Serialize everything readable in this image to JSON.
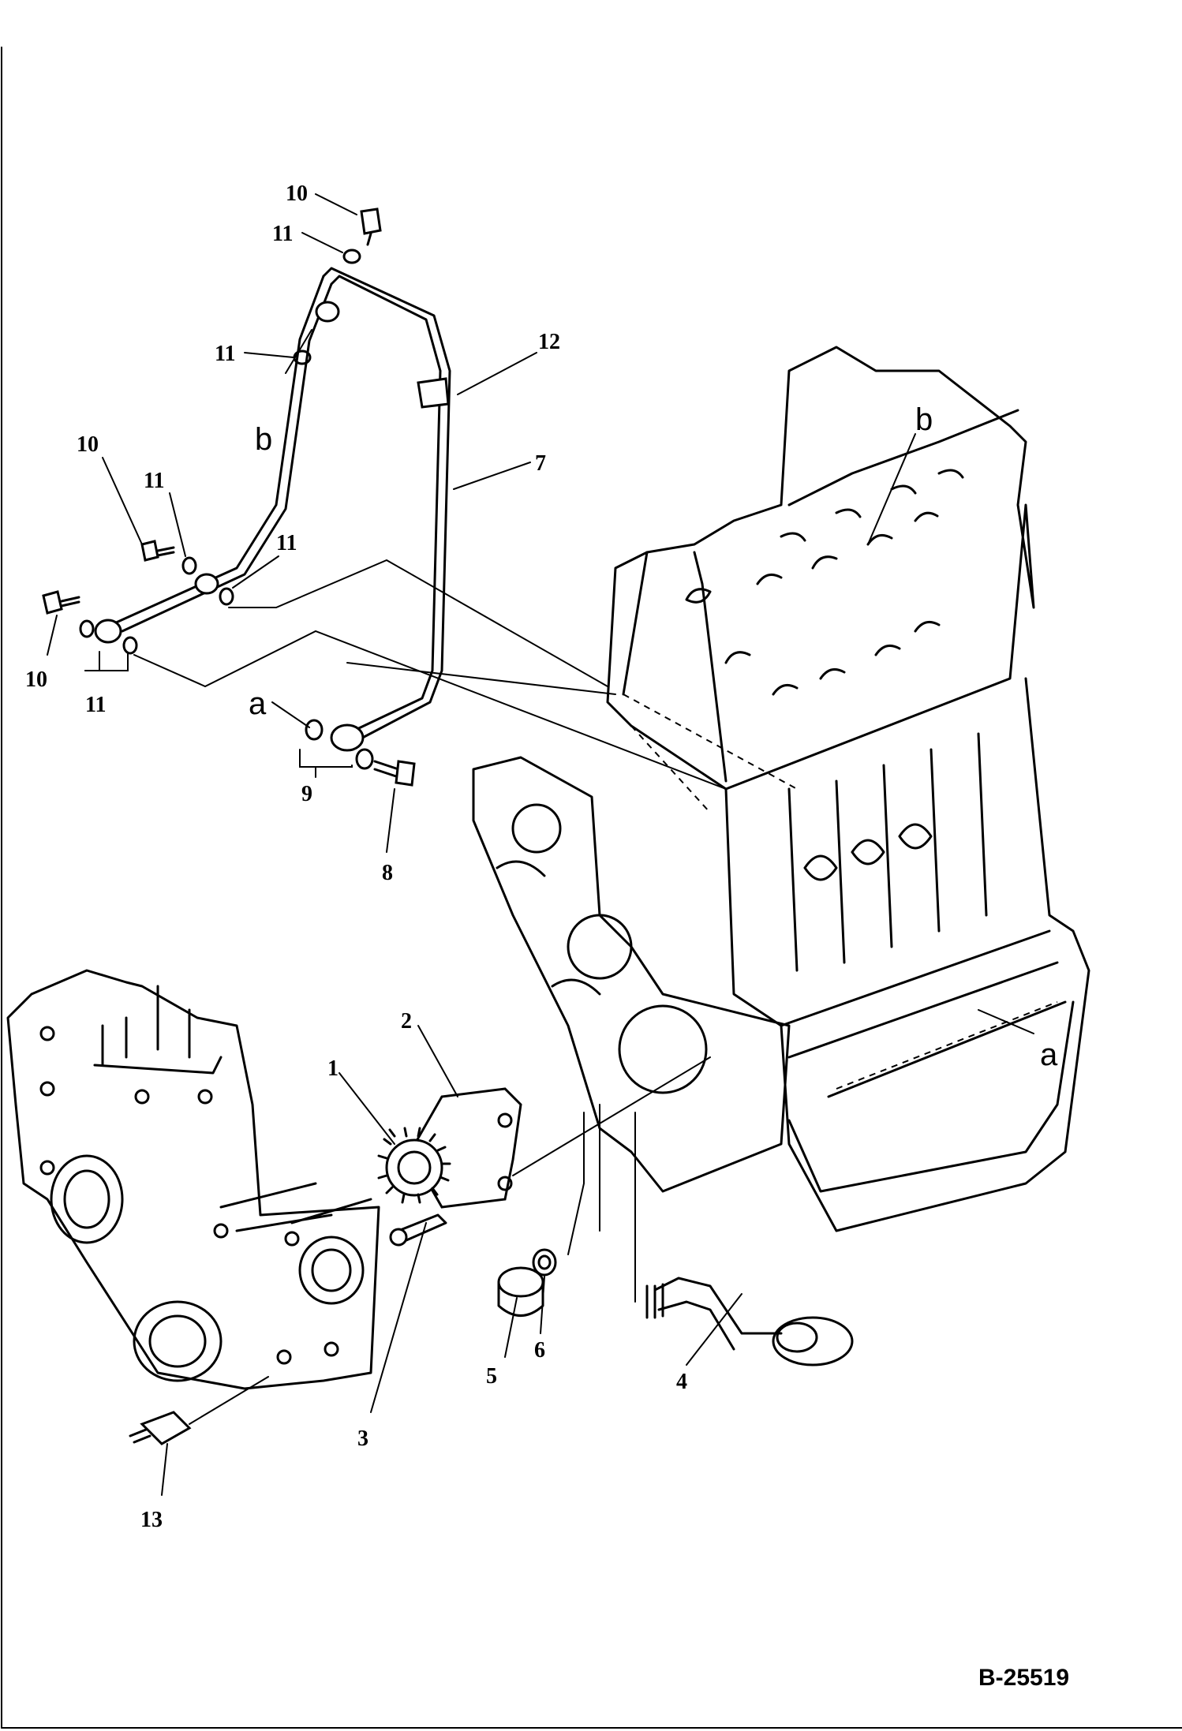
{
  "diagram": {
    "reference": "B-25519",
    "part_callouts": [
      "1",
      "2",
      "3",
      "4",
      "5",
      "6",
      "7",
      "8",
      "9",
      "10",
      "10",
      "10",
      "11",
      "11",
      "11",
      "11",
      "11",
      "12",
      "13"
    ],
    "connection_letters": [
      "a",
      "a",
      "b",
      "b"
    ]
  }
}
